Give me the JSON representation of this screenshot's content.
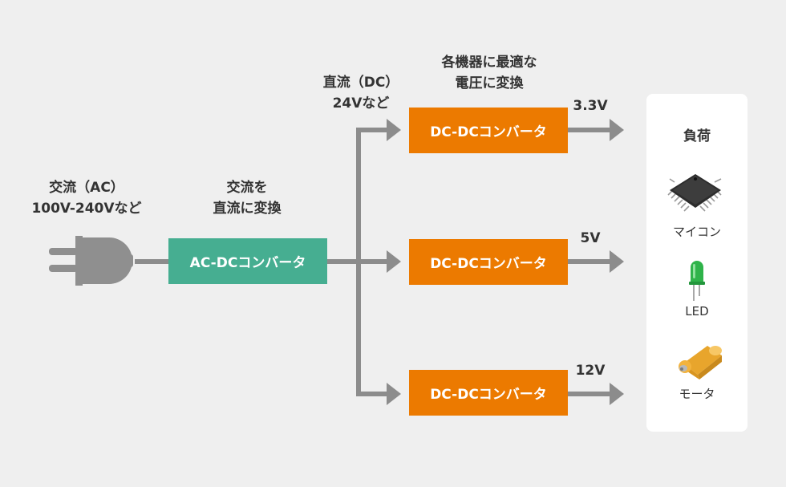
{
  "source": {
    "label_line1": "交流（AC）",
    "label_line2": "100V-240Vなど",
    "icon": "plug-icon"
  },
  "acdc": {
    "caption_line1": "交流を",
    "caption_line2": "直流に変換",
    "box_label": "AC-DCコンバータ"
  },
  "dc_bus": {
    "label_line1": "直流（DC）",
    "label_line2": "24Vなど"
  },
  "dcdc": {
    "caption_line1": "各機器に最適な",
    "caption_line2": "電圧に変換",
    "converters": [
      {
        "label": "DC-DCコンバータ",
        "output": "3.3V"
      },
      {
        "label": "DC-DCコンバータ",
        "output": "5V"
      },
      {
        "label": "DC-DCコンバータ",
        "output": "12V"
      }
    ]
  },
  "loads": {
    "title": "負荷",
    "items": [
      {
        "name": "マイコン",
        "icon": "microcontroller-chip-icon"
      },
      {
        "name": "LED",
        "icon": "led-icon"
      },
      {
        "name": "モータ",
        "icon": "motor-icon"
      }
    ]
  },
  "colors": {
    "background": "#efefef",
    "acdc_box": "#46ae91",
    "dcdc_box": "#ec7a00",
    "connector": "#8c8c8c",
    "plug": "#8f8f8f",
    "led_green": "#2fb34a",
    "motor_yellow": "#f3b33d"
  }
}
